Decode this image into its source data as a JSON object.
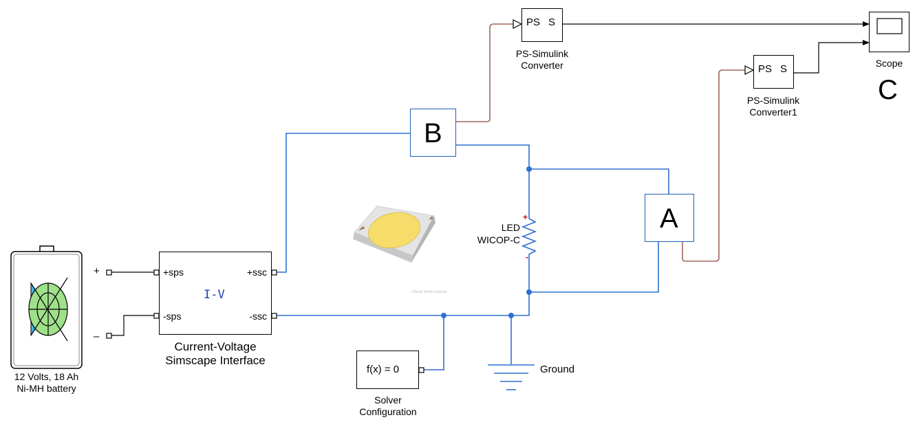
{
  "battery": {
    "label_line1": "12 Volts, 18 Ah",
    "label_line2": "Ni-MH battery",
    "plus_terminal": "+",
    "minus_terminal": "–"
  },
  "iv_interface": {
    "title": "I-V",
    "port_plus_sps": "+sps",
    "port_minus_sps": "-sps",
    "port_plus_ssc": "+ssc",
    "port_minus_ssc": "-ssc",
    "label_line1": "Current-Voltage",
    "label_line2": "Simscape Interface"
  },
  "sensor_b": {
    "label": "B"
  },
  "sensor_a": {
    "label": "A"
  },
  "led": {
    "label_line1": "LED",
    "label_line2": "WICOP-C"
  },
  "converter1": {
    "ps_text": "PS",
    "s_text": "S",
    "label_line1": "PS-Simulink",
    "label_line2": "Converter"
  },
  "converter2": {
    "ps_text": "PS",
    "s_text": "S",
    "label_line1": "PS-Simulink",
    "label_line2": "Converter1"
  },
  "scope": {
    "label": "Scope",
    "letter": "C"
  },
  "solver": {
    "formula": "f(x) = 0",
    "label_line1": "Solver",
    "label_line2": "Configuration"
  },
  "ground": {
    "label": "Ground"
  },
  "colors": {
    "physical_wire": "#2f6fd0",
    "signal_line": "#000000",
    "ps_line": "#a0665c",
    "iv_title": "#1f3fb4"
  }
}
